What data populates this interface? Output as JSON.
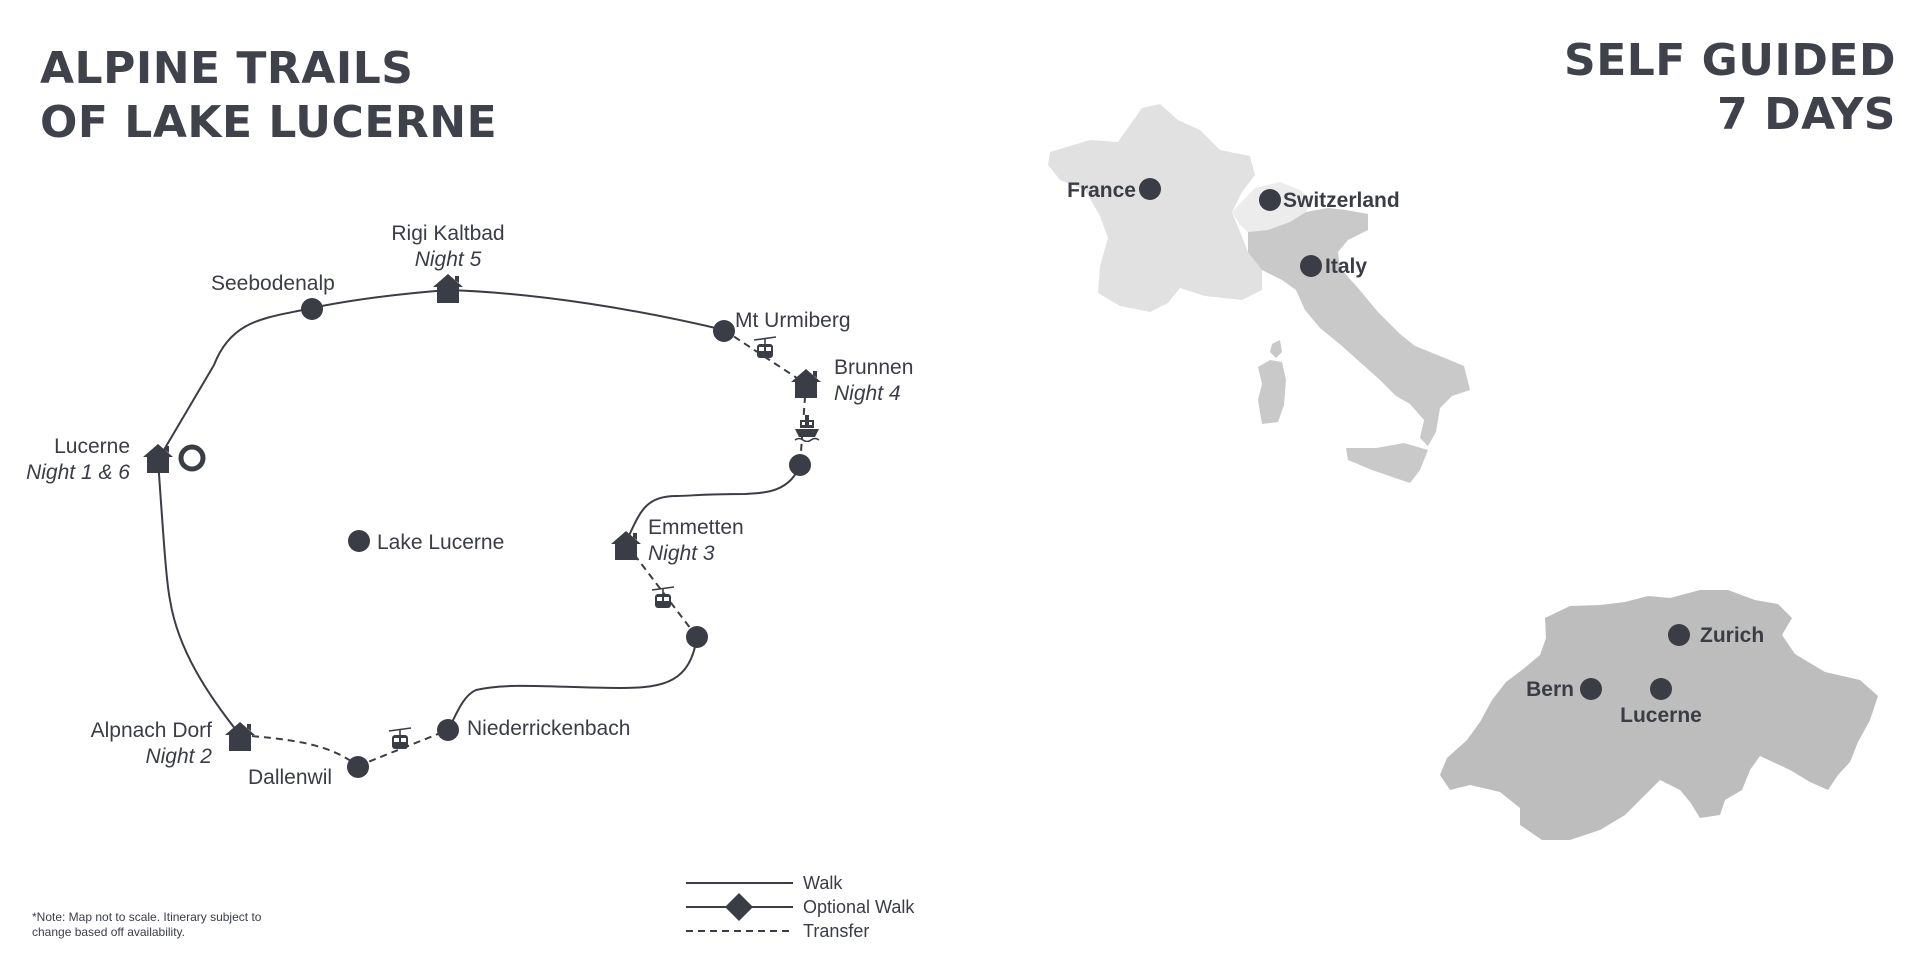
{
  "title": {
    "line1": "ALPINE TRAILS",
    "line2": "OF LAKE LUCERNE"
  },
  "subtitle": {
    "line1": "SELF GUIDED",
    "line2": "7 DAYS"
  },
  "route_map": {
    "stops": {
      "rigi": {
        "name": "Rigi Kaltbad",
        "night": "Night 5"
      },
      "seebodenalp": {
        "name": "Seebodenalp"
      },
      "urmiberg": {
        "name": "Mt Urmiberg"
      },
      "brunnen": {
        "name": "Brunnen",
        "night": "Night 4"
      },
      "lucerne": {
        "name": "Lucerne",
        "night": "Night 1 & 6"
      },
      "emmetten": {
        "name": "Emmetten",
        "night": "Night 3"
      },
      "lake": {
        "name": "Lake Lucerne"
      },
      "alpnach": {
        "name": "Alpnach Dorf",
        "night": "Night 2"
      },
      "dallenwil": {
        "name": "Dallenwil"
      },
      "niederrickenbach": {
        "name": "Niederrickenbach"
      }
    },
    "icons": [
      "house-icon",
      "cable-car-icon",
      "ferry-icon",
      "start-end-ring-icon"
    ]
  },
  "europe_map": {
    "countries": [
      "France",
      "Switzerland",
      "Italy"
    ],
    "colors": {
      "france": "#e1e1e1",
      "switzerland": "#ececec",
      "italy": "#c9c9c9"
    }
  },
  "swiss_map": {
    "cities": [
      "Zurich",
      "Bern",
      "Lucerne"
    ],
    "color": "#bdbdbd"
  },
  "legend": {
    "walk": "Walk",
    "optional_walk": "Optional Walk",
    "transfer": "Transfer"
  },
  "note": {
    "line1": "*Note: Map not to scale. Itinerary subject to",
    "line2": "change based off availability."
  },
  "colors": {
    "ink": "#3a3d45"
  }
}
